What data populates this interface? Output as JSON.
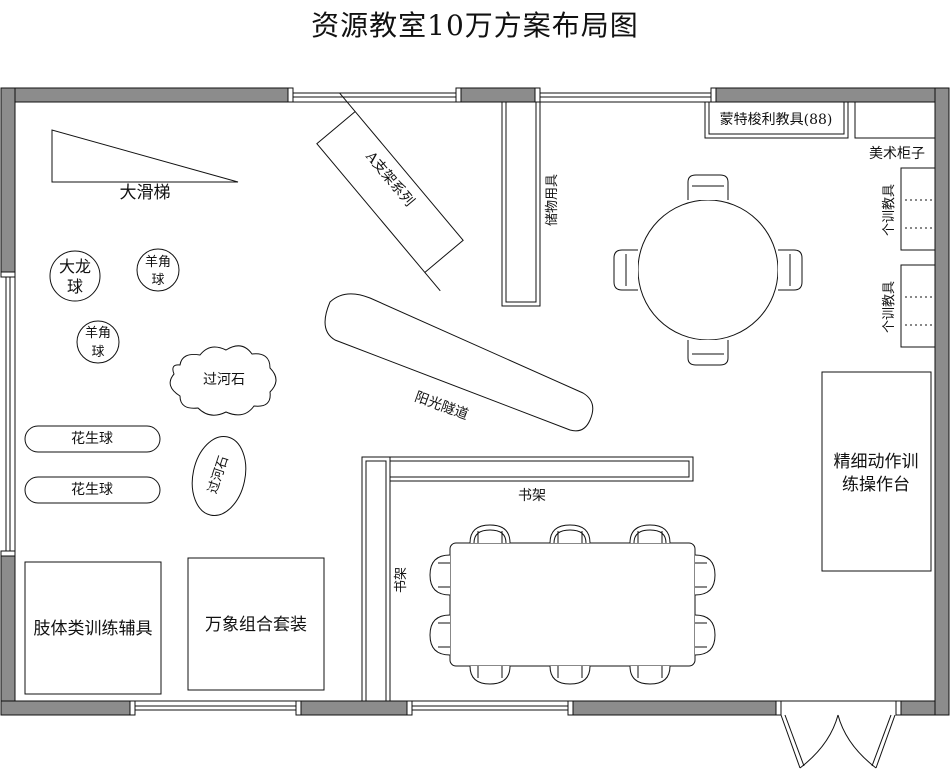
{
  "title": "资源教室10万方案布局图",
  "items": {
    "big_slide": "大滑梯",
    "a_frame": "A支架系列",
    "storage": "储物用具",
    "montessori": "蒙特梭利教具(88)",
    "art_cabinet": "美术柜子",
    "individual_1": "个训教具",
    "individual_2": "个训教具",
    "dragon_ball_1": "大龙",
    "dragon_ball_2": "球",
    "horn_ball_a_1": "羊角",
    "horn_ball_a_2": "球",
    "horn_ball_b_1": "羊角",
    "horn_ball_b_2": "球",
    "stepping_stone_1": "过河石",
    "stepping_stone_2": "过河石",
    "sun_tunnel": "阳光隧道",
    "peanut_ball_1": "花生球",
    "peanut_ball_2": "花生球",
    "fine_motor_1": "精细动作训",
    "fine_motor_2": "练操作台",
    "bookshelf_h": "书架",
    "bookshelf_v": "书架",
    "limb_aids": "肢体类训练辅具",
    "wanxiang": "万象组合套装"
  },
  "colors": {
    "wall": "#8c8c8c",
    "line": "#111111",
    "fill": "#ffffff"
  }
}
